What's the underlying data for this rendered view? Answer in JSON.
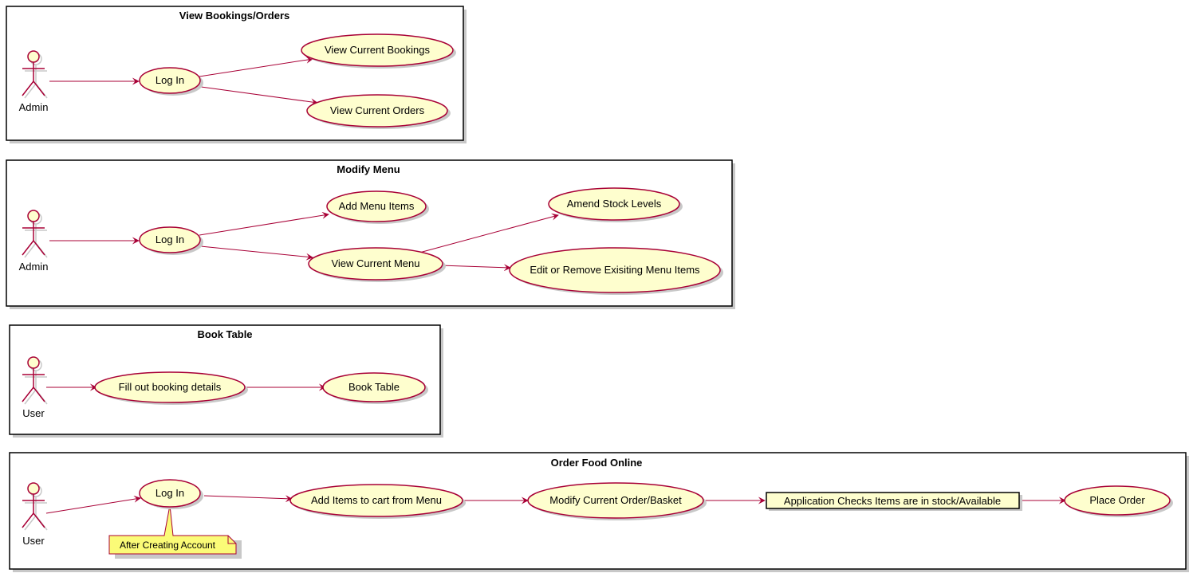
{
  "colors": {
    "element_fill": "#FEFECE",
    "element_stroke": "#A80036",
    "edge": "#A80036",
    "package_stroke": "#000000",
    "note_fill": "#FBFB77",
    "shadow": "#C8C8C8"
  },
  "packages": [
    {
      "title": "View Bookings/Orders",
      "actor": "Admin",
      "usecases": [
        "Log In",
        "View Current Bookings",
        "View Current Orders"
      ]
    },
    {
      "title": "Modify Menu",
      "actor": "Admin",
      "usecases": [
        "Log In",
        "Add Menu Items",
        "View Current Menu",
        "Amend Stock Levels",
        "Edit or Remove Exisiting Menu Items"
      ]
    },
    {
      "title": "Book Table",
      "actor": "User",
      "usecases": [
        "Fill out booking details",
        "Book Table"
      ]
    },
    {
      "title": "Order Food Online",
      "actor": "User",
      "usecases": [
        "Log In",
        "Add Items to cart from Menu",
        "Modify Current Order/Basket",
        "Place Order"
      ],
      "check_box": "Application Checks Items are in stock/Available",
      "note": "After Creating Account"
    }
  ]
}
